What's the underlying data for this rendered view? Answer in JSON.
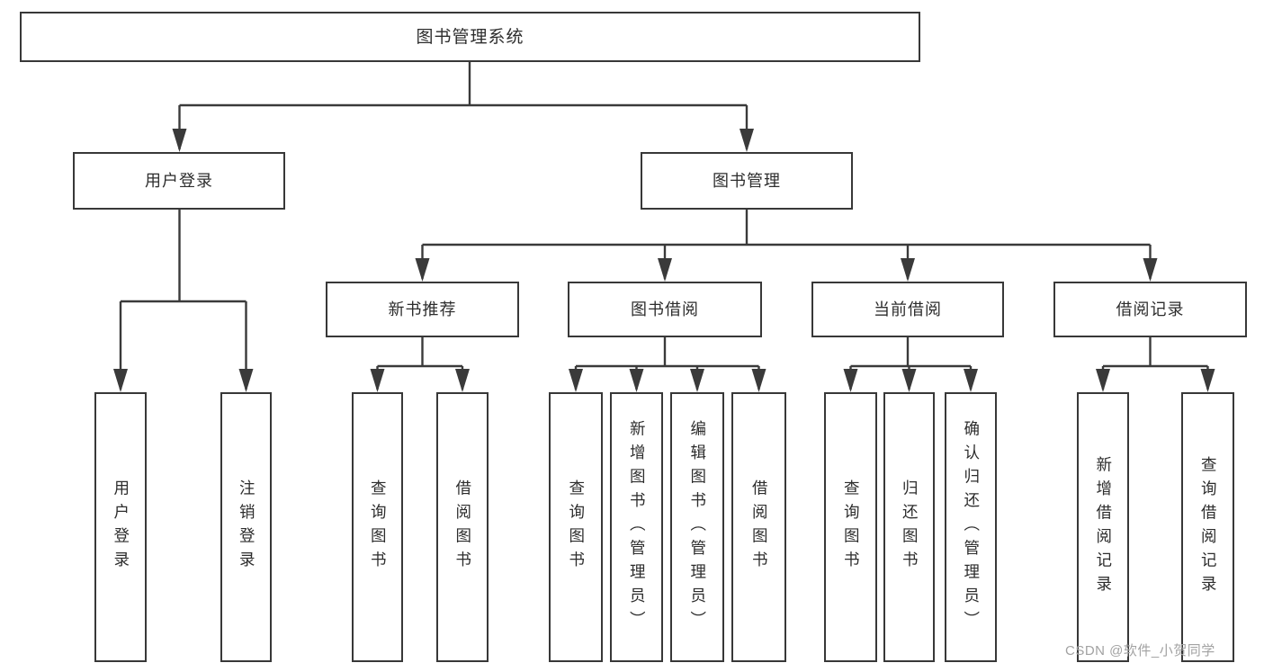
{
  "diagram_title": "图书管理系统",
  "nodes": {
    "root": {
      "label": "图书管理系统"
    },
    "user_login": {
      "label": "用户登录"
    },
    "book_mgmt": {
      "label": "图书管理"
    },
    "new_book_recommend": {
      "label": "新书推荐"
    },
    "book_borrow": {
      "label": "图书借阅"
    },
    "current_borrow": {
      "label": "当前借阅"
    },
    "borrow_records": {
      "label": "借阅记录"
    },
    "leaf_user_login": {
      "label": "用户登录"
    },
    "leaf_logout": {
      "label": "注销登录"
    },
    "leaf_query_book_1": {
      "label": "查询图书"
    },
    "leaf_borrow_book_1": {
      "label": "借阅图书"
    },
    "leaf_query_book_2": {
      "label": "查询图书"
    },
    "leaf_add_book": {
      "label": "新增图书（管理员）"
    },
    "leaf_edit_book": {
      "label": "编辑图书（管理员）"
    },
    "leaf_borrow_book_2": {
      "label": "借阅图书"
    },
    "leaf_query_book_3": {
      "label": "查询图书"
    },
    "leaf_return_book": {
      "label": "归还图书"
    },
    "leaf_confirm_return": {
      "label": "确认归还（管理员）"
    },
    "leaf_add_record": {
      "label": "新增借阅记录"
    },
    "leaf_query_record": {
      "label": "查询借阅记录"
    }
  },
  "watermark": {
    "text": "CSDN @软件_小贺同学"
  },
  "colors": {
    "border": "#383838",
    "line": "#3a3a3a",
    "text": "#2d2d2d",
    "watermark": "#a2a2a2",
    "background": "#ffffff"
  }
}
